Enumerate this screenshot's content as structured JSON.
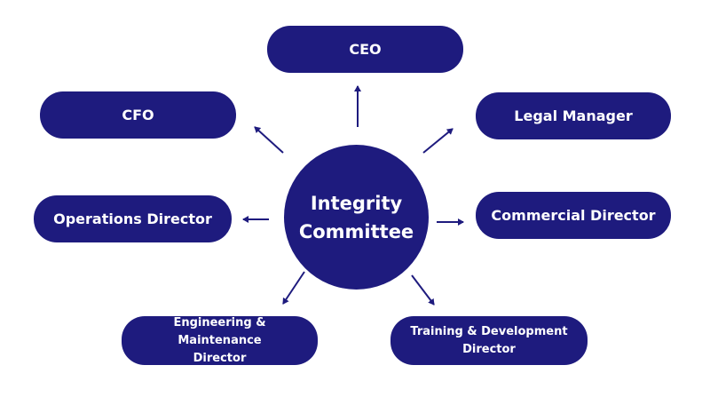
{
  "diagram": {
    "center": {
      "line1": "Integrity",
      "line2": "Committee"
    },
    "nodes": {
      "ceo": "CEO",
      "cfo": "CFO",
      "legal": "Legal Manager",
      "operations": "Operations Director",
      "commercial": "Commercial Director",
      "engineering": {
        "line1": "Engineering & Maintenance",
        "line2": "Director"
      },
      "training": {
        "line1": "Training & Development",
        "line2": "Director"
      }
    },
    "colors": {
      "node_fill": "#1e1b7e",
      "arrow": "#1e1b7e",
      "text": "#ffffff"
    }
  }
}
